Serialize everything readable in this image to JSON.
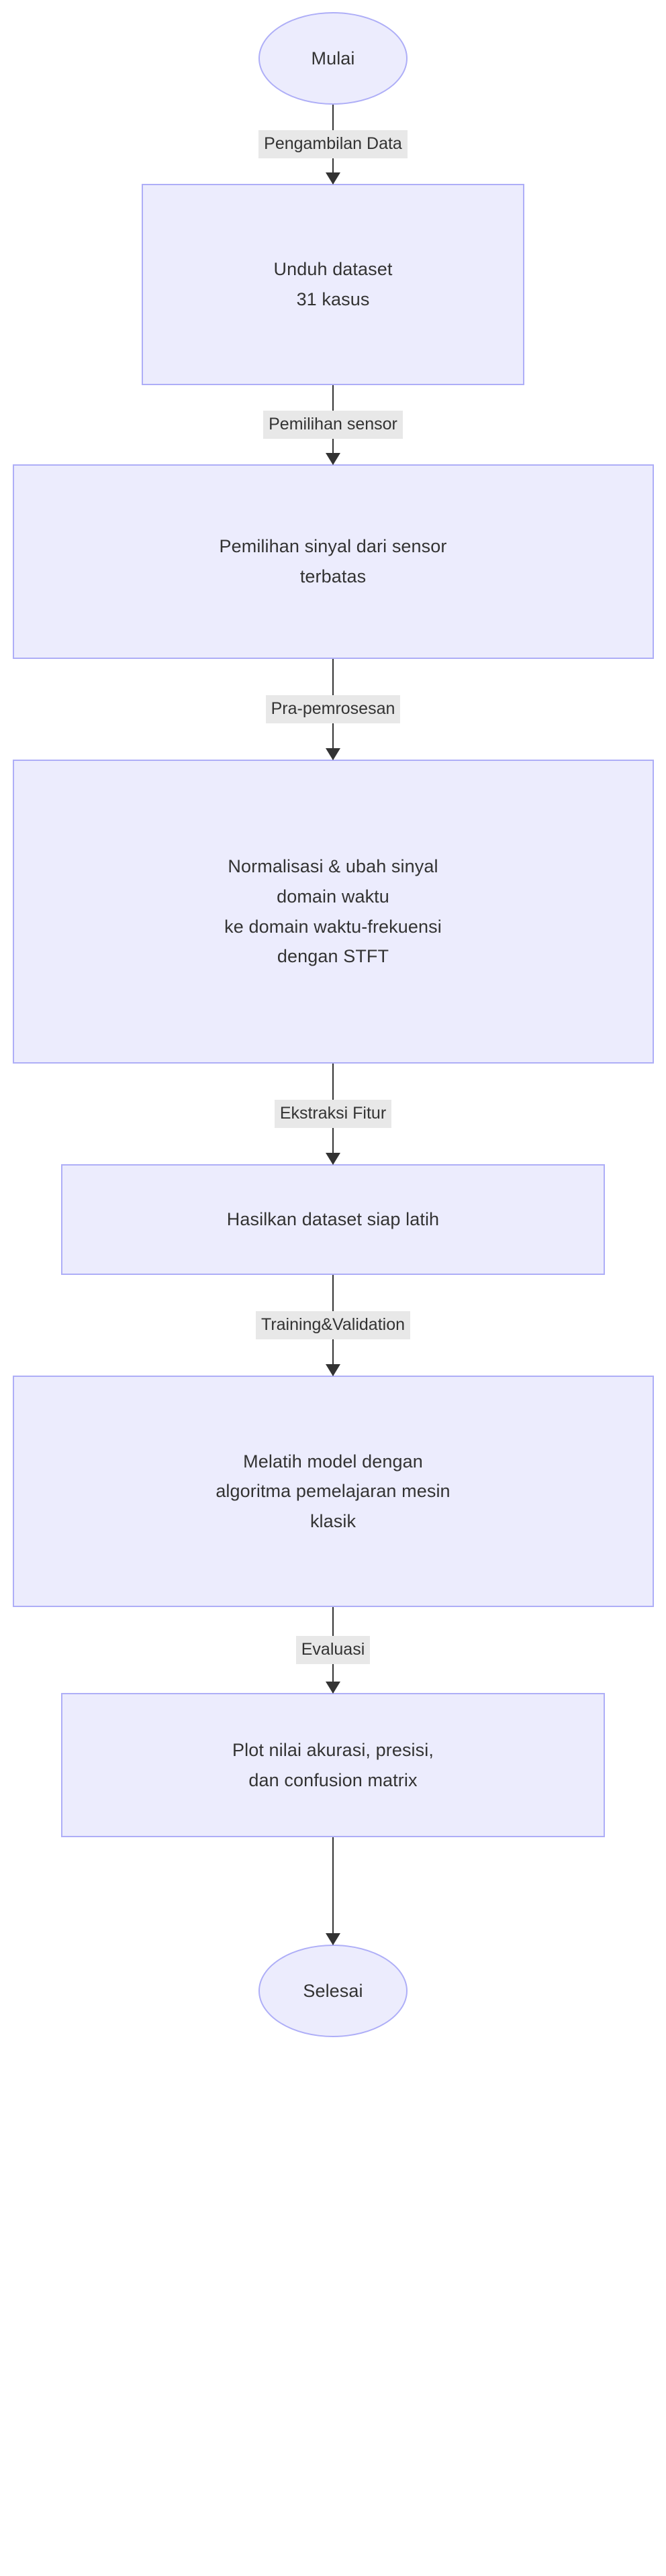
{
  "diagram": {
    "type": "flowchart",
    "direction": "top-to-bottom",
    "colors": {
      "node_fill": "#ececfd",
      "node_border": "#aeaef7",
      "text": "#333333",
      "edge_line": "#333333",
      "edge_label_background": "#e8e8e8",
      "page_background": "#ffffff"
    },
    "nodes": [
      {
        "id": "start",
        "shape": "ellipse",
        "label": "Mulai"
      },
      {
        "id": "download",
        "shape": "rectangle",
        "label": "Unduh dataset\n31 kasus"
      },
      {
        "id": "select",
        "shape": "rectangle",
        "label": "Pemilihan sinyal dari sensor\nterbatas"
      },
      {
        "id": "preprocess",
        "shape": "rectangle",
        "label": "Normalisasi & ubah sinyal\ndomain waktu\nke domain waktu-frekuensi\ndengan STFT"
      },
      {
        "id": "dataset",
        "shape": "rectangle",
        "label": "Hasilkan dataset siap latih"
      },
      {
        "id": "train",
        "shape": "rectangle",
        "label": "Melatih model dengan\nalgoritma pemelajaran mesin\nklasik"
      },
      {
        "id": "plot",
        "shape": "rectangle",
        "label": "Plot nilai akurasi, presisi,\ndan confusion matrix"
      },
      {
        "id": "end",
        "shape": "ellipse",
        "label": "Selesai"
      }
    ],
    "edges": [
      {
        "from": "start",
        "to": "download",
        "label": "Pengambilan Data"
      },
      {
        "from": "download",
        "to": "select",
        "label": "Pemilihan sensor"
      },
      {
        "from": "select",
        "to": "preprocess",
        "label": "Pra-pemrosesan"
      },
      {
        "from": "preprocess",
        "to": "dataset",
        "label": "Ekstraksi Fitur"
      },
      {
        "from": "dataset",
        "to": "train",
        "label": "Training&Validation"
      },
      {
        "from": "train",
        "to": "plot",
        "label": "Evaluasi"
      },
      {
        "from": "plot",
        "to": "end",
        "label": ""
      }
    ]
  }
}
